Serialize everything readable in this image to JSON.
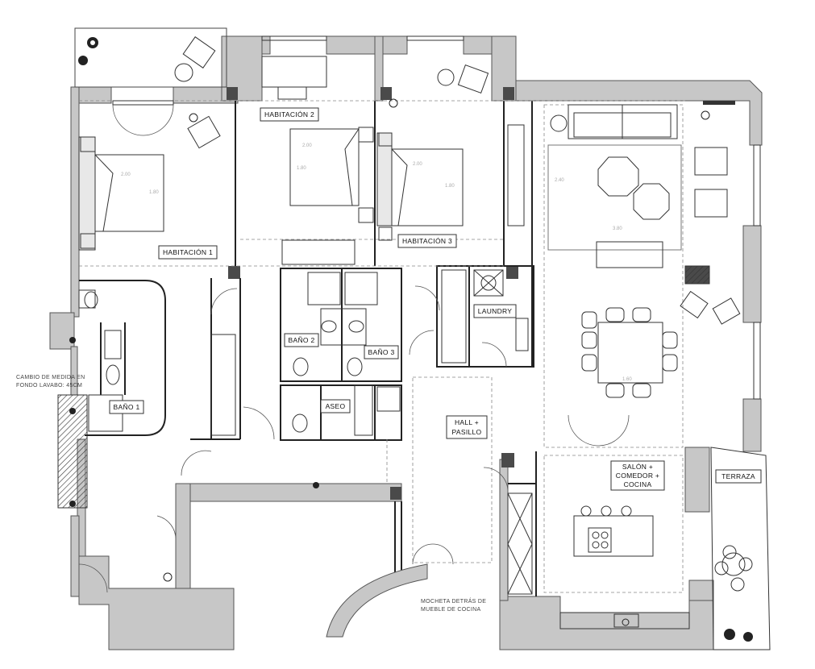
{
  "rooms": {
    "habitacion1": "HABITACIÓN 1",
    "habitacion2": "HABITACIÓN 2",
    "habitacion3": "HABITACIÓN 3",
    "bano1": "BAÑO 1",
    "bano2": "BAÑO 2",
    "bano3": "BAÑO 3",
    "aseo": "ASEO",
    "laundry": "LAUNDRY",
    "hall_line1": "HALL +",
    "hall_line2": "PASILLO",
    "salon_line1": "SALÓN +",
    "salon_line2": "COMEDOR +",
    "salon_line3": "COCINA",
    "terraza": "TERRAZA"
  },
  "notes": {
    "lavabo_line1": "CAMBIO DE MEDIDA EN",
    "lavabo_line2": "FONDO LAVABO: 45CM",
    "mocheta_line1": "MOCHETA DETRÁS DE",
    "mocheta_line2": "MUEBLE DE COCINA"
  },
  "dimensions": {
    "bed1_width": "2.00",
    "bed1_length": "1.80",
    "bed2_width": "2.00",
    "bed2_length": "1.80",
    "bed3_width": "2.00",
    "bed3_length": "1.80",
    "rug_width": "3.80",
    "rug_length": "2.40",
    "table_length": "1.60"
  },
  "colors": {
    "wall": "#c7c7c7",
    "wall_stroke": "#555555",
    "column": "#4a4a4a",
    "line": "#222222",
    "dashed": "#888888"
  }
}
